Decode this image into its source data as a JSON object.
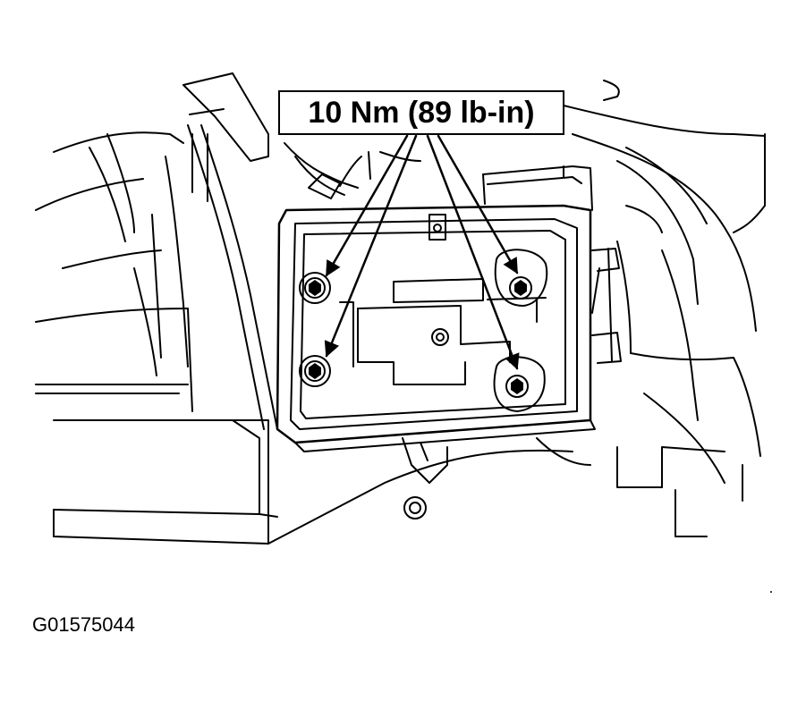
{
  "callout": {
    "torque_label": "10 Nm (89 lb-in)"
  },
  "figure": {
    "id": "G01575044"
  },
  "colors": {
    "ink": "#000000",
    "paper": "#ffffff"
  },
  "icons": {
    "arrowhead": "solid-triangle-arrowhead",
    "fastener": "hex-flange-bolt"
  }
}
